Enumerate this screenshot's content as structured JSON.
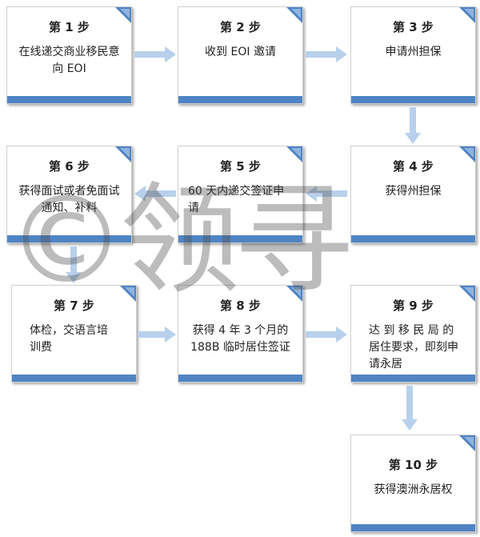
{
  "steps": [
    {
      "step": "第 1 步",
      "desc": "在线递交商业移民意向 EOI"
    },
    {
      "step": "第 2 步",
      "desc": "收到 EOI 邀请"
    },
    {
      "step": "第 3 步",
      "desc": "申请州担保"
    },
    {
      "step": "第 4 步",
      "desc": "获得州担保"
    },
    {
      "step": "第 5 步",
      "desc": "60 天内递交签证申请"
    },
    {
      "step": "第 6 步",
      "desc": "获得面试或者免面试通知、补料"
    },
    {
      "step": "第 7 步",
      "desc": "体检，交语言培训费"
    },
    {
      "step": "第 8 步",
      "desc": "获得 4 年 3 个月的 188B 临时居住签证"
    },
    {
      "step": "第 9 步",
      "desc": "达 到 移 民 局 的居住要求，即刻申请永居"
    },
    {
      "step": "第 10 步",
      "desc": "获得澳洲永居权"
    }
  ],
  "watermark": "©领寻",
  "colors": {
    "accent": "#4f84c4",
    "arrow": "#b8d0ec"
  }
}
